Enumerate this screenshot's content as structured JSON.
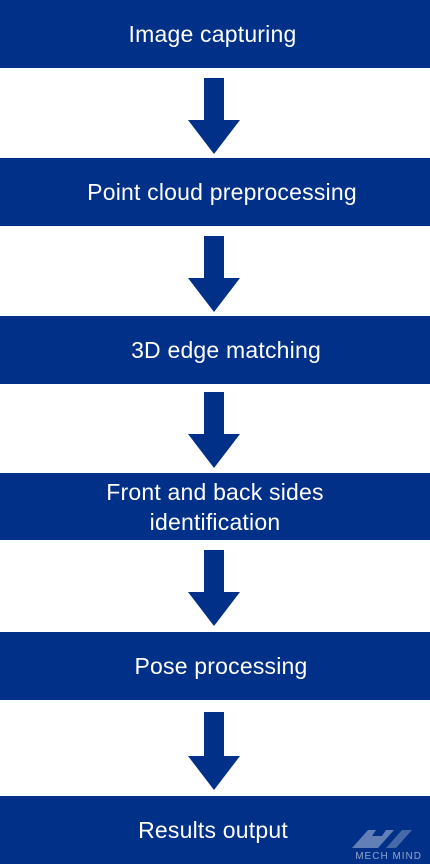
{
  "flowchart": {
    "steps": [
      {
        "label": "Image capturing"
      },
      {
        "label": "Point cloud preprocessing"
      },
      {
        "label": "3D edge matching"
      },
      {
        "label": "Front and back sides\nidentification"
      },
      {
        "label": "Pose processing"
      },
      {
        "label": "Results output"
      }
    ]
  },
  "colors": {
    "box": "#003087",
    "arrow": "#003087",
    "text": "#ffffff",
    "background": "#ffffff"
  },
  "watermark": {
    "text": "MECH MIND",
    "icon": "mech-mind-logo-icon"
  }
}
